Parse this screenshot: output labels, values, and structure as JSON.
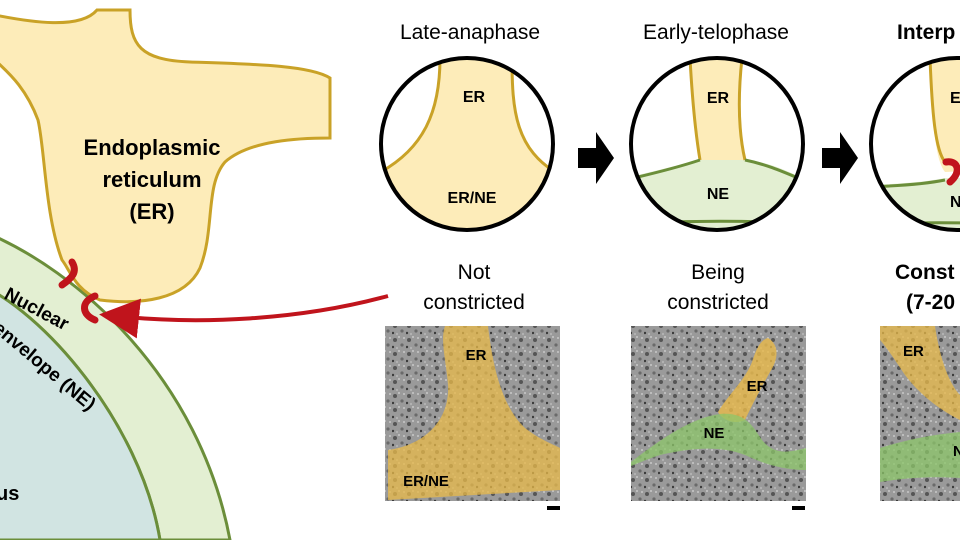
{
  "left_diagram": {
    "er_line1": "Endoplasmic",
    "er_line2": "reticulum",
    "er_line3": "(ER)",
    "ne_line1": "Nuclear",
    "ne_line2": "envelope (NE)",
    "nucleus_fragment": "us"
  },
  "panels": [
    {
      "stage": "Late-anaphase",
      "inner_top": "ER",
      "inner_bottom": "ER/NE",
      "status_line1": "Not",
      "status_line2": "constricted",
      "micro_label1": "ER",
      "micro_label2": "ER/NE"
    },
    {
      "stage": "Early-telophase",
      "inner_top": "ER",
      "inner_bottom": "NE",
      "status_line1": "Being",
      "status_line2": "constricted",
      "micro_label1": "ER",
      "micro_label2": "NE"
    },
    {
      "stage": "Interp",
      "inner_top": "E",
      "inner_bottom": "N",
      "status_line1": "Const",
      "status_line2": "(7-20",
      "micro_label1": "ER",
      "micro_label2": "N"
    }
  ],
  "colors": {
    "er_fill": "#fdecb9",
    "er_stroke": "#c9a227",
    "ne_fill": "#e3efd2",
    "ne_stroke": "#6b8e3a",
    "nucleus_fill": "#d1e4e2",
    "constriction": "#c0141c",
    "arrow_black": "#000000"
  }
}
